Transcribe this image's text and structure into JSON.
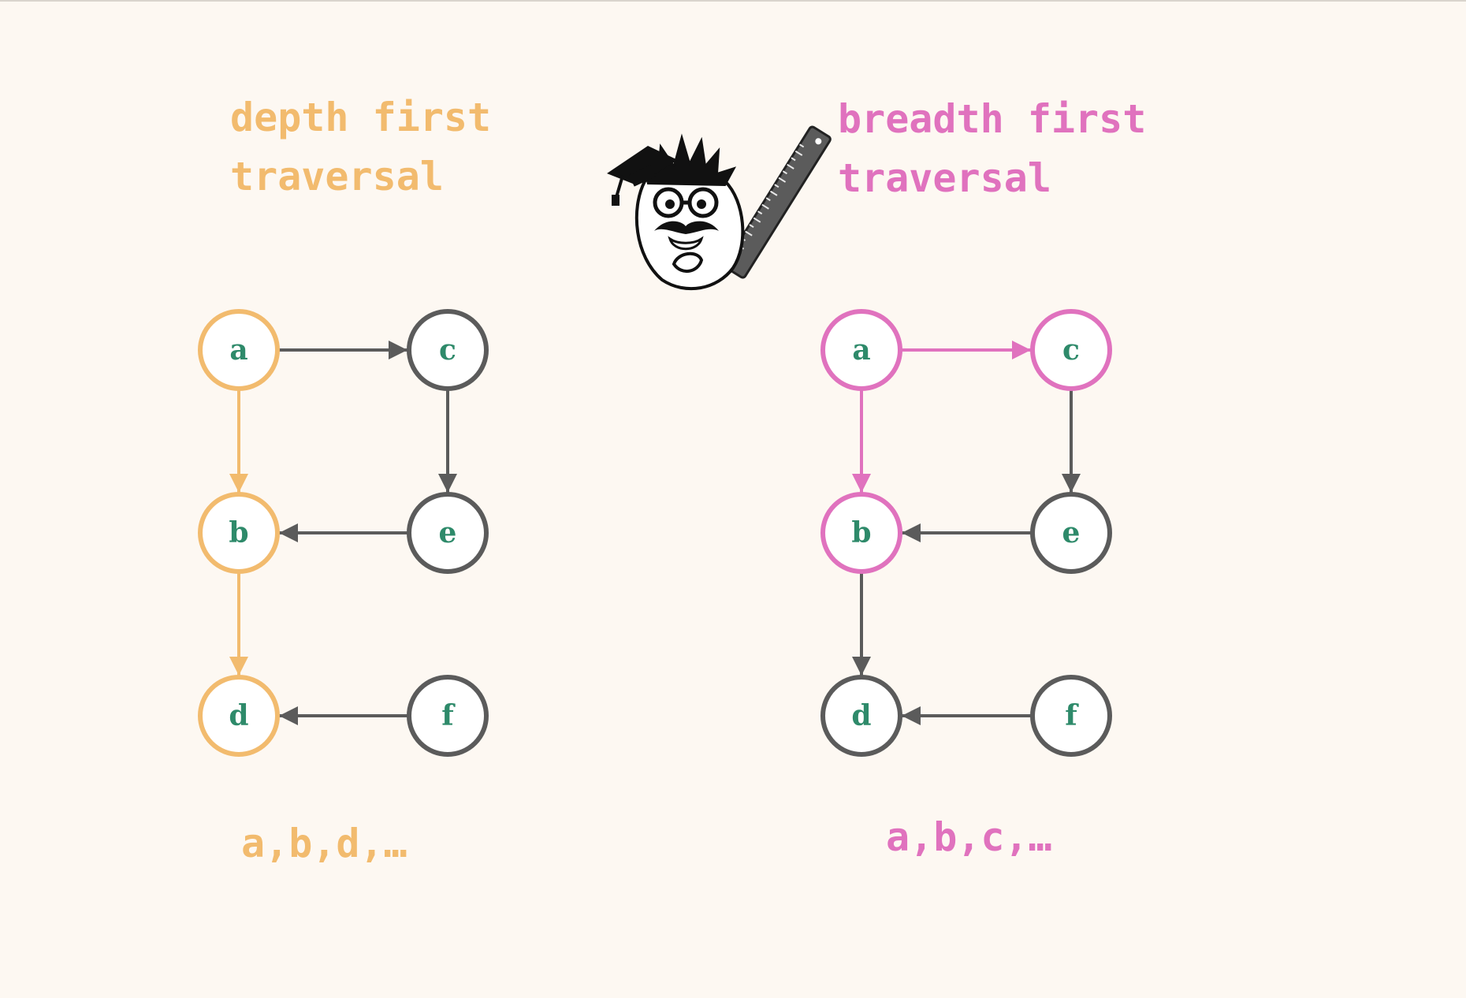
{
  "colors": {
    "background": "#fdf8f2",
    "dfs_accent": "#f2bb6e",
    "bfs_accent": "#e072be",
    "default_stroke": "#5b5b5b",
    "node_fill": "#ffffff",
    "label": "#2e8a6a"
  },
  "icons": {
    "mascot": "professor-duck-with-graduation-cap-and-ruler-icon"
  },
  "panels": [
    {
      "id": "dfs",
      "title_lines": [
        "depth first",
        "traversal"
      ],
      "order_text": "a,b,d,…",
      "accent": "dfs_accent",
      "nodes": [
        {
          "id": "a",
          "label": "a",
          "highlighted": true
        },
        {
          "id": "c",
          "label": "c",
          "highlighted": false
        },
        {
          "id": "b",
          "label": "b",
          "highlighted": true
        },
        {
          "id": "e",
          "label": "e",
          "highlighted": false
        },
        {
          "id": "d",
          "label": "d",
          "highlighted": true
        },
        {
          "id": "f",
          "label": "f",
          "highlighted": false
        }
      ],
      "edges": [
        {
          "from": "a",
          "to": "c",
          "highlighted": false
        },
        {
          "from": "a",
          "to": "b",
          "highlighted": true
        },
        {
          "from": "c",
          "to": "e",
          "highlighted": false
        },
        {
          "from": "e",
          "to": "b",
          "highlighted": false
        },
        {
          "from": "b",
          "to": "d",
          "highlighted": true
        },
        {
          "from": "f",
          "to": "d",
          "highlighted": false
        }
      ]
    },
    {
      "id": "bfs",
      "title_lines": [
        "breadth first",
        "traversal"
      ],
      "order_text": "a,b,c,…",
      "accent": "bfs_accent",
      "nodes": [
        {
          "id": "a",
          "label": "a",
          "highlighted": true
        },
        {
          "id": "c",
          "label": "c",
          "highlighted": true
        },
        {
          "id": "b",
          "label": "b",
          "highlighted": true
        },
        {
          "id": "e",
          "label": "e",
          "highlighted": false
        },
        {
          "id": "d",
          "label": "d",
          "highlighted": false
        },
        {
          "id": "f",
          "label": "f",
          "highlighted": false
        }
      ],
      "edges": [
        {
          "from": "a",
          "to": "c",
          "highlighted": true
        },
        {
          "from": "a",
          "to": "b",
          "highlighted": true
        },
        {
          "from": "c",
          "to": "e",
          "highlighted": false
        },
        {
          "from": "e",
          "to": "b",
          "highlighted": false
        },
        {
          "from": "b",
          "to": "d",
          "highlighted": false
        },
        {
          "from": "f",
          "to": "d",
          "highlighted": false
        }
      ]
    }
  ]
}
